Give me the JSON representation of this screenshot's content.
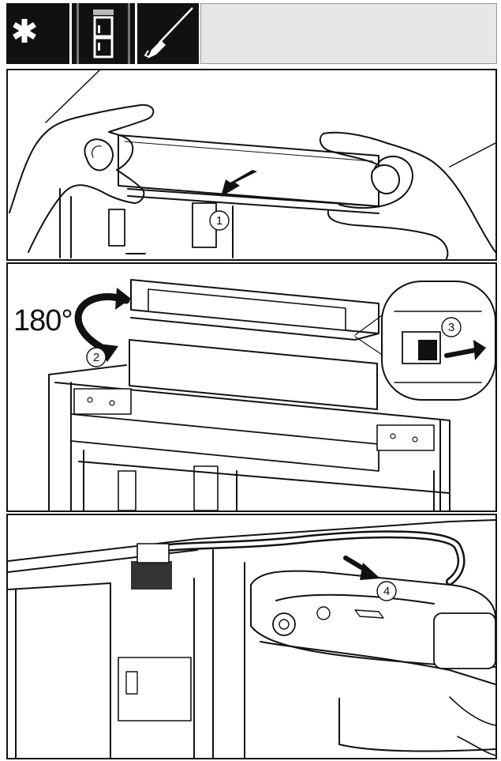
{
  "toolbar": {
    "icons": [
      "asterisk-icon",
      "fridge-compartment-icon",
      "screwdriver-icon"
    ],
    "colors": {
      "icon_bg": "#111111",
      "placeholder_bg": "#e6e6e6"
    }
  },
  "panels": [
    {
      "steps": [
        "1"
      ]
    },
    {
      "steps": [
        "2",
        "3"
      ],
      "angle_label": "180°"
    },
    {
      "steps": [
        "4"
      ]
    }
  ]
}
